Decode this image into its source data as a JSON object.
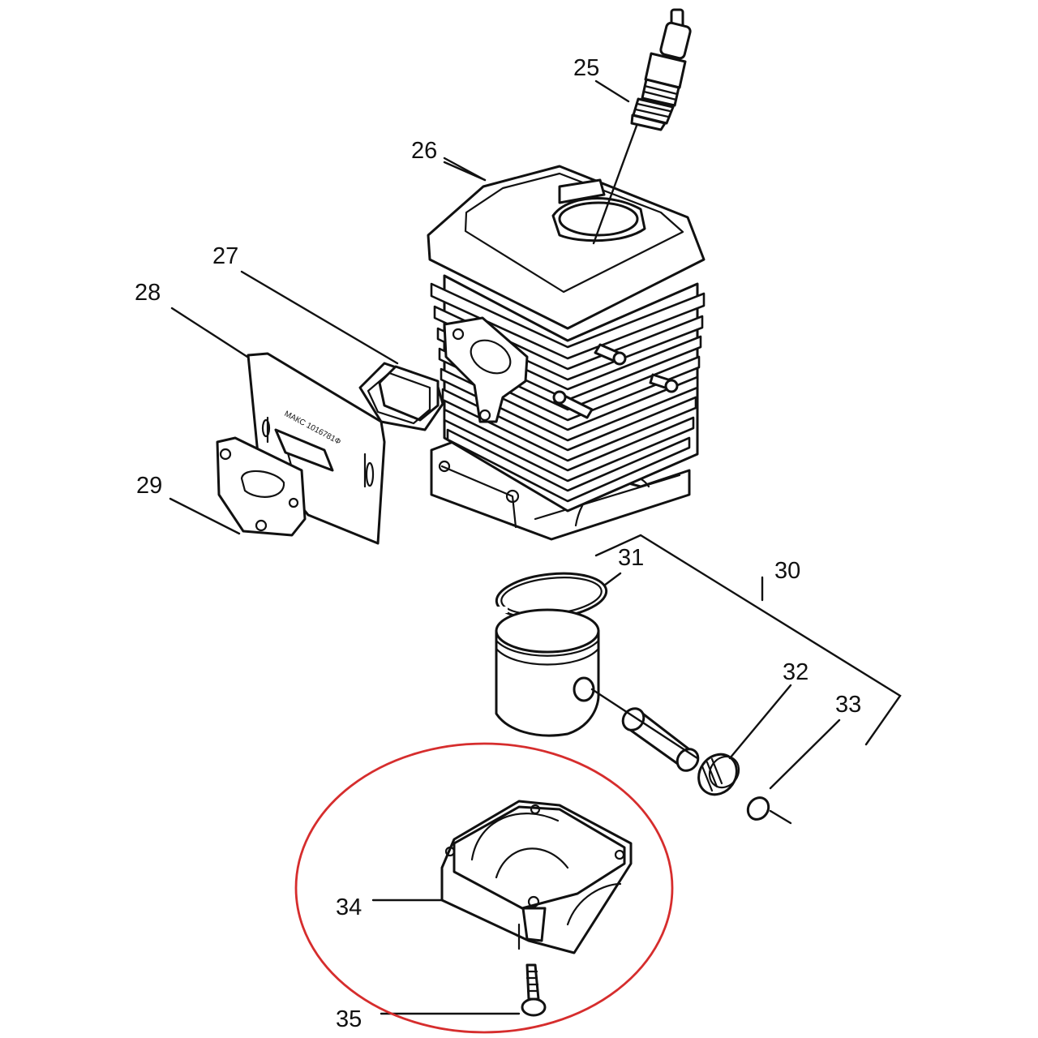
{
  "callouts": {
    "spark_plug": "25",
    "cylinder": "26",
    "intake_flange": "27",
    "heat_shield": "28",
    "muffler_gasket": "29",
    "piston_kit": "30",
    "piston_ring": "31",
    "needle_bearing": "32",
    "circlip": "33",
    "crankcase_cover": "34",
    "screw": "35"
  },
  "heat_shield_stamp": "МАКС 1016781Ф",
  "highlight_color": "#d62d2d",
  "line_color": "#111111"
}
